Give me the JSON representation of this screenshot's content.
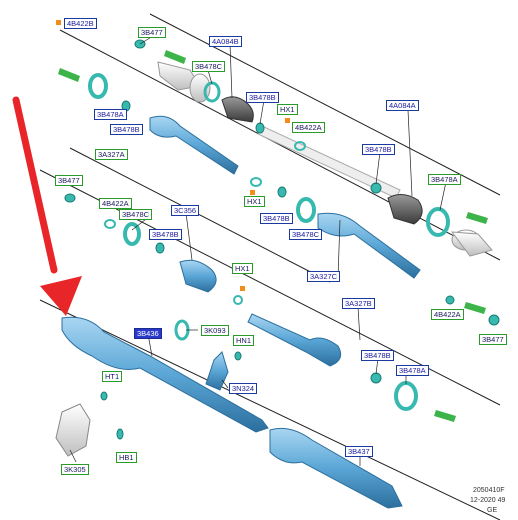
{
  "labels": {
    "l4B422B": "4B422B",
    "l3B477a": "3B477",
    "l3B478Ca": "3B478C",
    "l4A084Ba": "4A084B",
    "l3B478Ba": "3B478B",
    "lHX1a": "HX1",
    "l4B422Aa": "4B422A",
    "l3B478Aa": "3B478A",
    "l3B478Bb": "3B478B",
    "l3A327A": "3A327A",
    "l4A084A": "4A084A",
    "l3B478Bc": "3B478B",
    "l3B478Ab": "3B478A",
    "l3B477b": "3B477",
    "l4B422Ab": "4B422A",
    "l3B478Cb": "3B478C",
    "l3B478Bd": "3B478B",
    "l3C356": "3C356",
    "lHX1b": "HX1",
    "l3B478Be": "3B478B",
    "l3B478Cc": "3B478C",
    "lHX1c": "HX1",
    "l3A327C": "3A327C",
    "l3A327B": "3A327B",
    "l4B422Ac": "4B422A",
    "l3B477c": "3B477",
    "l3B478Bf": "3B478B",
    "l3B478Ac": "3B478A",
    "l3B436": "3B436",
    "l3K093": "3K093",
    "lHN1": "HN1",
    "lHT1": "HT1",
    "l3N324": "3N324",
    "l3K305": "3K305",
    "lHB1": "HB1",
    "l3B437": "3B437"
  },
  "footer": {
    "code": "2050410F",
    "date": "12-2020 49",
    "region": "GE"
  },
  "colors": {
    "shaft": "#5aa6d6",
    "shaft_dark": "#2c6f9e",
    "ring": "#38b9b0",
    "green": "#3cb44a",
    "arrow": "#e8262a",
    "boot": "#555555",
    "label_border": "#1a3aa0",
    "highlight": "#2a3ac8"
  }
}
